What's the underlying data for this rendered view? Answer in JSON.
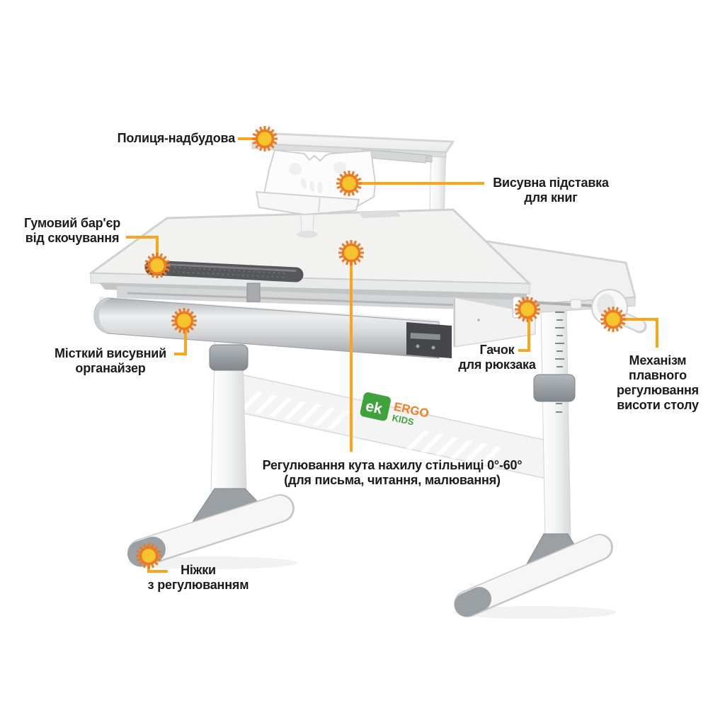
{
  "brand": {
    "monogram": "ek",
    "name_top": "ERGO",
    "name_bottom": "KIDS"
  },
  "callouts": {
    "shelf": "Полиця-надбудова",
    "book_stand": "Висувна підставка\nдля книг",
    "barrier": "Гумовий бар'єр\nвід скочування",
    "organizer": "Місткий висувний\nорганайзер",
    "hook": "Гачок\nдля рюкзака",
    "mechanism": "Механізм\nплавного\nрегулювання\nвисоти столу",
    "tilt": "Регулювання кута нахилу стільниці 0°-60°\n(для письма, читання, малювання)",
    "feet": "Ніжки\nз регулюванням"
  },
  "colors": {
    "leader_orange": "#F9A61B",
    "sun_fill": "#F6C52E",
    "sun_ray": "#ED7A22",
    "logo_green": "#3FA23C",
    "logo_orange": "#EF7F22",
    "label_text": "#1B1B1B",
    "desk_white": "#F2F3F1",
    "barrier_dark": "#56575B",
    "hardware_gray": "#9AA0A4"
  }
}
